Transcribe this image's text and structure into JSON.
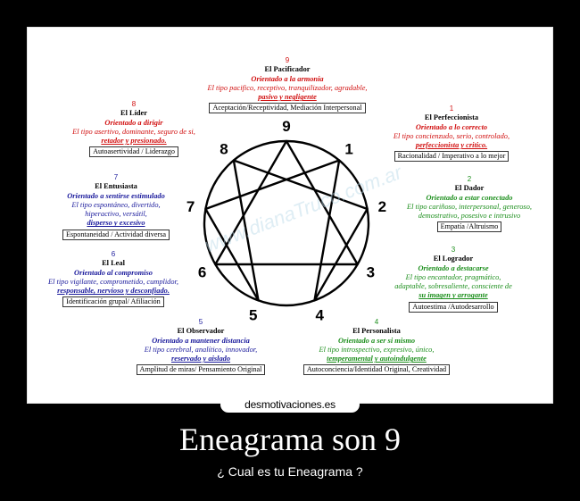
{
  "colors": {
    "red": "#d10f0f",
    "green": "#1d8f1d",
    "blue": "#1a1a9c",
    "ink": "#000000"
  },
  "watermark": "www.dianaTruco.com.ar",
  "diagram": {
    "labels": [
      "9",
      "1",
      "2",
      "3",
      "4",
      "5",
      "6",
      "7",
      "8"
    ]
  },
  "types": [
    {
      "num": "9",
      "name": "El Pacificador",
      "orient": "Orientado  a la armonia",
      "desc": [
        "El tipo pacifico, receptivo, tranquilizador, agradable,",
        "pasivo y negligente"
      ],
      "box": "Aceptación/Receptividad, Mediación Interpersonal"
    },
    {
      "num": "1",
      "name": "El Perfeccionista",
      "orient": "Orientado  a  lo correcto",
      "desc": [
        "El tipo concienzudo, serio, controlado,",
        "perfeccionista y critico."
      ],
      "box": "Racionalidad / Imperativo a lo mejor"
    },
    {
      "num": "2",
      "name": "El Dador",
      "orient": "Orientado a estar conectado",
      "desc": [
        "El tipo cariñoso, interpersonal, generoso,",
        "demostrativo, posesivo e  intrusivo"
      ],
      "box": "Empatía /Altruismo"
    },
    {
      "num": "3",
      "name": "El Logrador",
      "orient": "Orientado a destacarse",
      "desc": [
        "El tipo encantador, pragmático,",
        "adaptable, sobresaliente, consciente de",
        "su imagen y arrogante"
      ],
      "box": "Autoestima /Autodesarrollo"
    },
    {
      "num": "4",
      "name": "El Personalista",
      "orient": "Orientado a ser si mismo",
      "desc": [
        "El tipo introspectivo, expresivo, único,",
        "temperamental y autoindulgente"
      ],
      "box": "Autoconciencia/Identidad Original, Creatividad"
    },
    {
      "num": "5",
      "name": "El Observador",
      "orient": "Orientado a mantener distancia",
      "desc": [
        "El tipo cerebral, analítico, innovador,",
        "reservado y aislado"
      ],
      "box": "Amplitud  de miras/ Pensamiento Original"
    },
    {
      "num": "6",
      "name": "El Leal",
      "orient": "Orientado al compromiso",
      "desc": [
        "El tipo vigilante, comprometido, cumplidor,",
        "responsable, nervioso y desconfiado."
      ],
      "box": "Identificación grupal/  Afiliación"
    },
    {
      "num": "7",
      "name": "El  Entusiasta",
      "orient": "Orientado a sentirse estimulado",
      "desc": [
        "El tipo espontáneo, divertido,",
        "hiperactivo, versátil,",
        "disperso y excesivo"
      ],
      "box": "Espontaneidad / Actividad diversa"
    },
    {
      "num": "8",
      "name": "El Líder",
      "orient": "Orientado a dirigir",
      "desc": [
        "El tipo asertivo, dominante, seguro de si,",
        "retador  y presionado."
      ],
      "box": "Autoasertividad / Liderazgo"
    }
  ],
  "footer": {
    "logo": "desmotivaciones.es",
    "title": "Eneagrama son 9",
    "subtitle": "¿ Cual es tu Eneagrama ?"
  }
}
